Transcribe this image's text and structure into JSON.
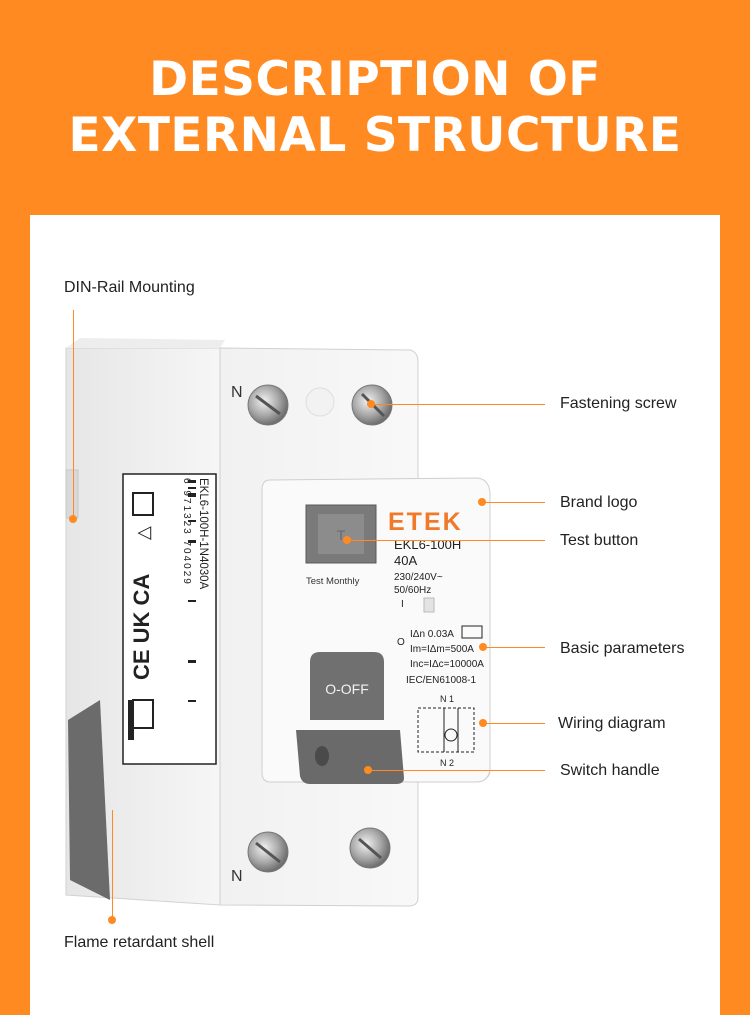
{
  "header": {
    "title_line1": "DESCRIPTION OF",
    "title_line2": "EXTERNAL STRUCTURE"
  },
  "callouts": {
    "din_rail": "DIN-Rail Mounting",
    "fastening_screw": "Fastening screw",
    "brand_logo": "Brand logo",
    "test_button": "Test button",
    "basic_parameters": "Basic parameters",
    "wiring_diagram": "Wiring diagram",
    "switch_handle": "Switch handle",
    "flame_shell": "Flame retardant shell"
  },
  "device": {
    "terminal_top": "N",
    "terminal_bottom": "N",
    "brand": "ETEK",
    "model": "EKL6-100H",
    "current": "40A",
    "voltage": "230/240V~",
    "frequency": "50/60Hz",
    "indicator_on": "I",
    "indicator_off": "O",
    "test_caption": "Test Monthly",
    "test_key": "T",
    "rated_residual": "IΔn 0.03A",
    "making_capacity": "Im=IΔm=500A",
    "conditional": "Inc=IΔc=10000A",
    "standard": "IEC/EN61008-1",
    "wiring_top": "N 1",
    "wiring_bottom": "N 2",
    "handle_label": "O-OFF",
    "side_model": "EKL6-100H-1N4030A",
    "barcode_digits": "6 971323 704029",
    "marks": "CE UK CA"
  },
  "colors": {
    "accent": "#FF8A21",
    "handle": "#6E6E6E",
    "brand": "#F07A2A"
  }
}
